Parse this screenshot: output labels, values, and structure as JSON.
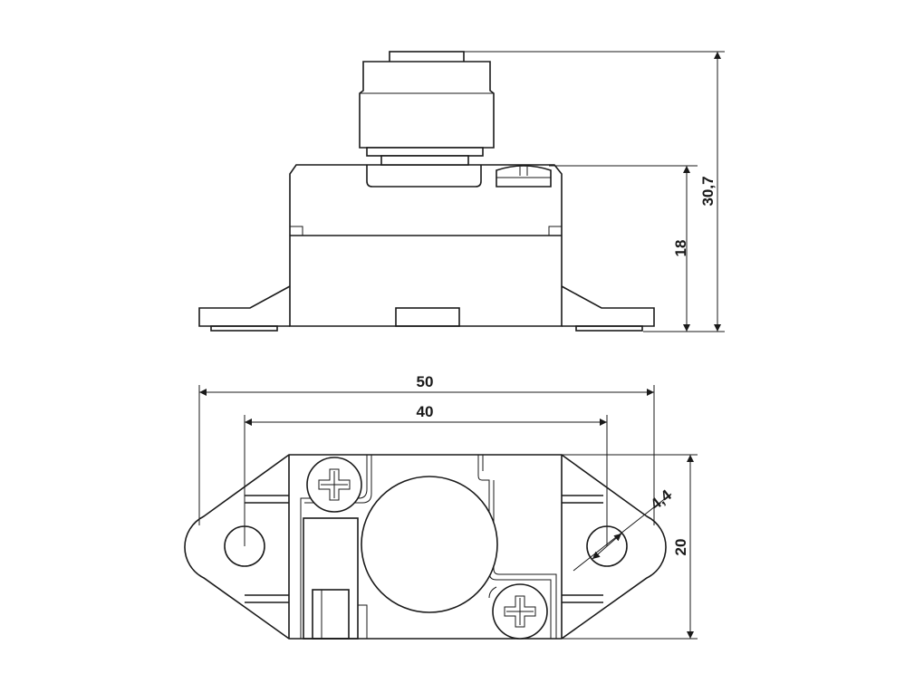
{
  "dimensions": {
    "total_height": "30,7",
    "body_height": "18",
    "overall_length": "50",
    "hole_spacing": "40",
    "hole_diameter": "4,4",
    "width": "20"
  }
}
